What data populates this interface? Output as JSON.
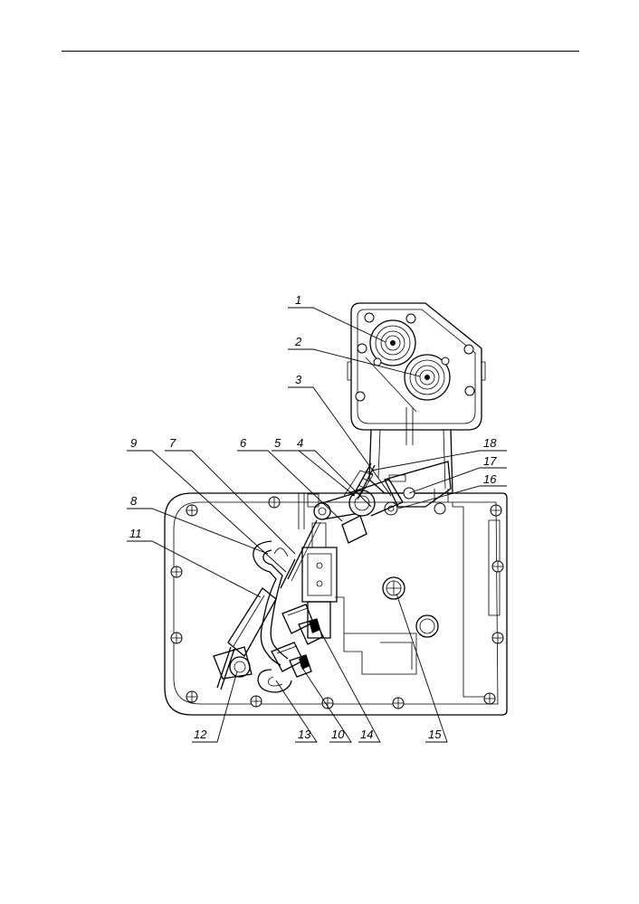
{
  "drawing": {
    "callouts": [
      {
        "id": "1",
        "label": "1"
      },
      {
        "id": "2",
        "label": "2"
      },
      {
        "id": "3",
        "label": "3"
      },
      {
        "id": "4",
        "label": "4"
      },
      {
        "id": "5",
        "label": "5"
      },
      {
        "id": "6",
        "label": "6"
      },
      {
        "id": "7",
        "label": "7"
      },
      {
        "id": "8",
        "label": "8"
      },
      {
        "id": "9",
        "label": "9"
      },
      {
        "id": "10",
        "label": "10"
      },
      {
        "id": "11",
        "label": "11"
      },
      {
        "id": "12",
        "label": "12"
      },
      {
        "id": "13",
        "label": "13"
      },
      {
        "id": "14",
        "label": "14"
      },
      {
        "id": "15",
        "label": "15"
      },
      {
        "id": "16",
        "label": "16"
      },
      {
        "id": "17",
        "label": "17"
      },
      {
        "id": "18",
        "label": "18"
      }
    ]
  }
}
